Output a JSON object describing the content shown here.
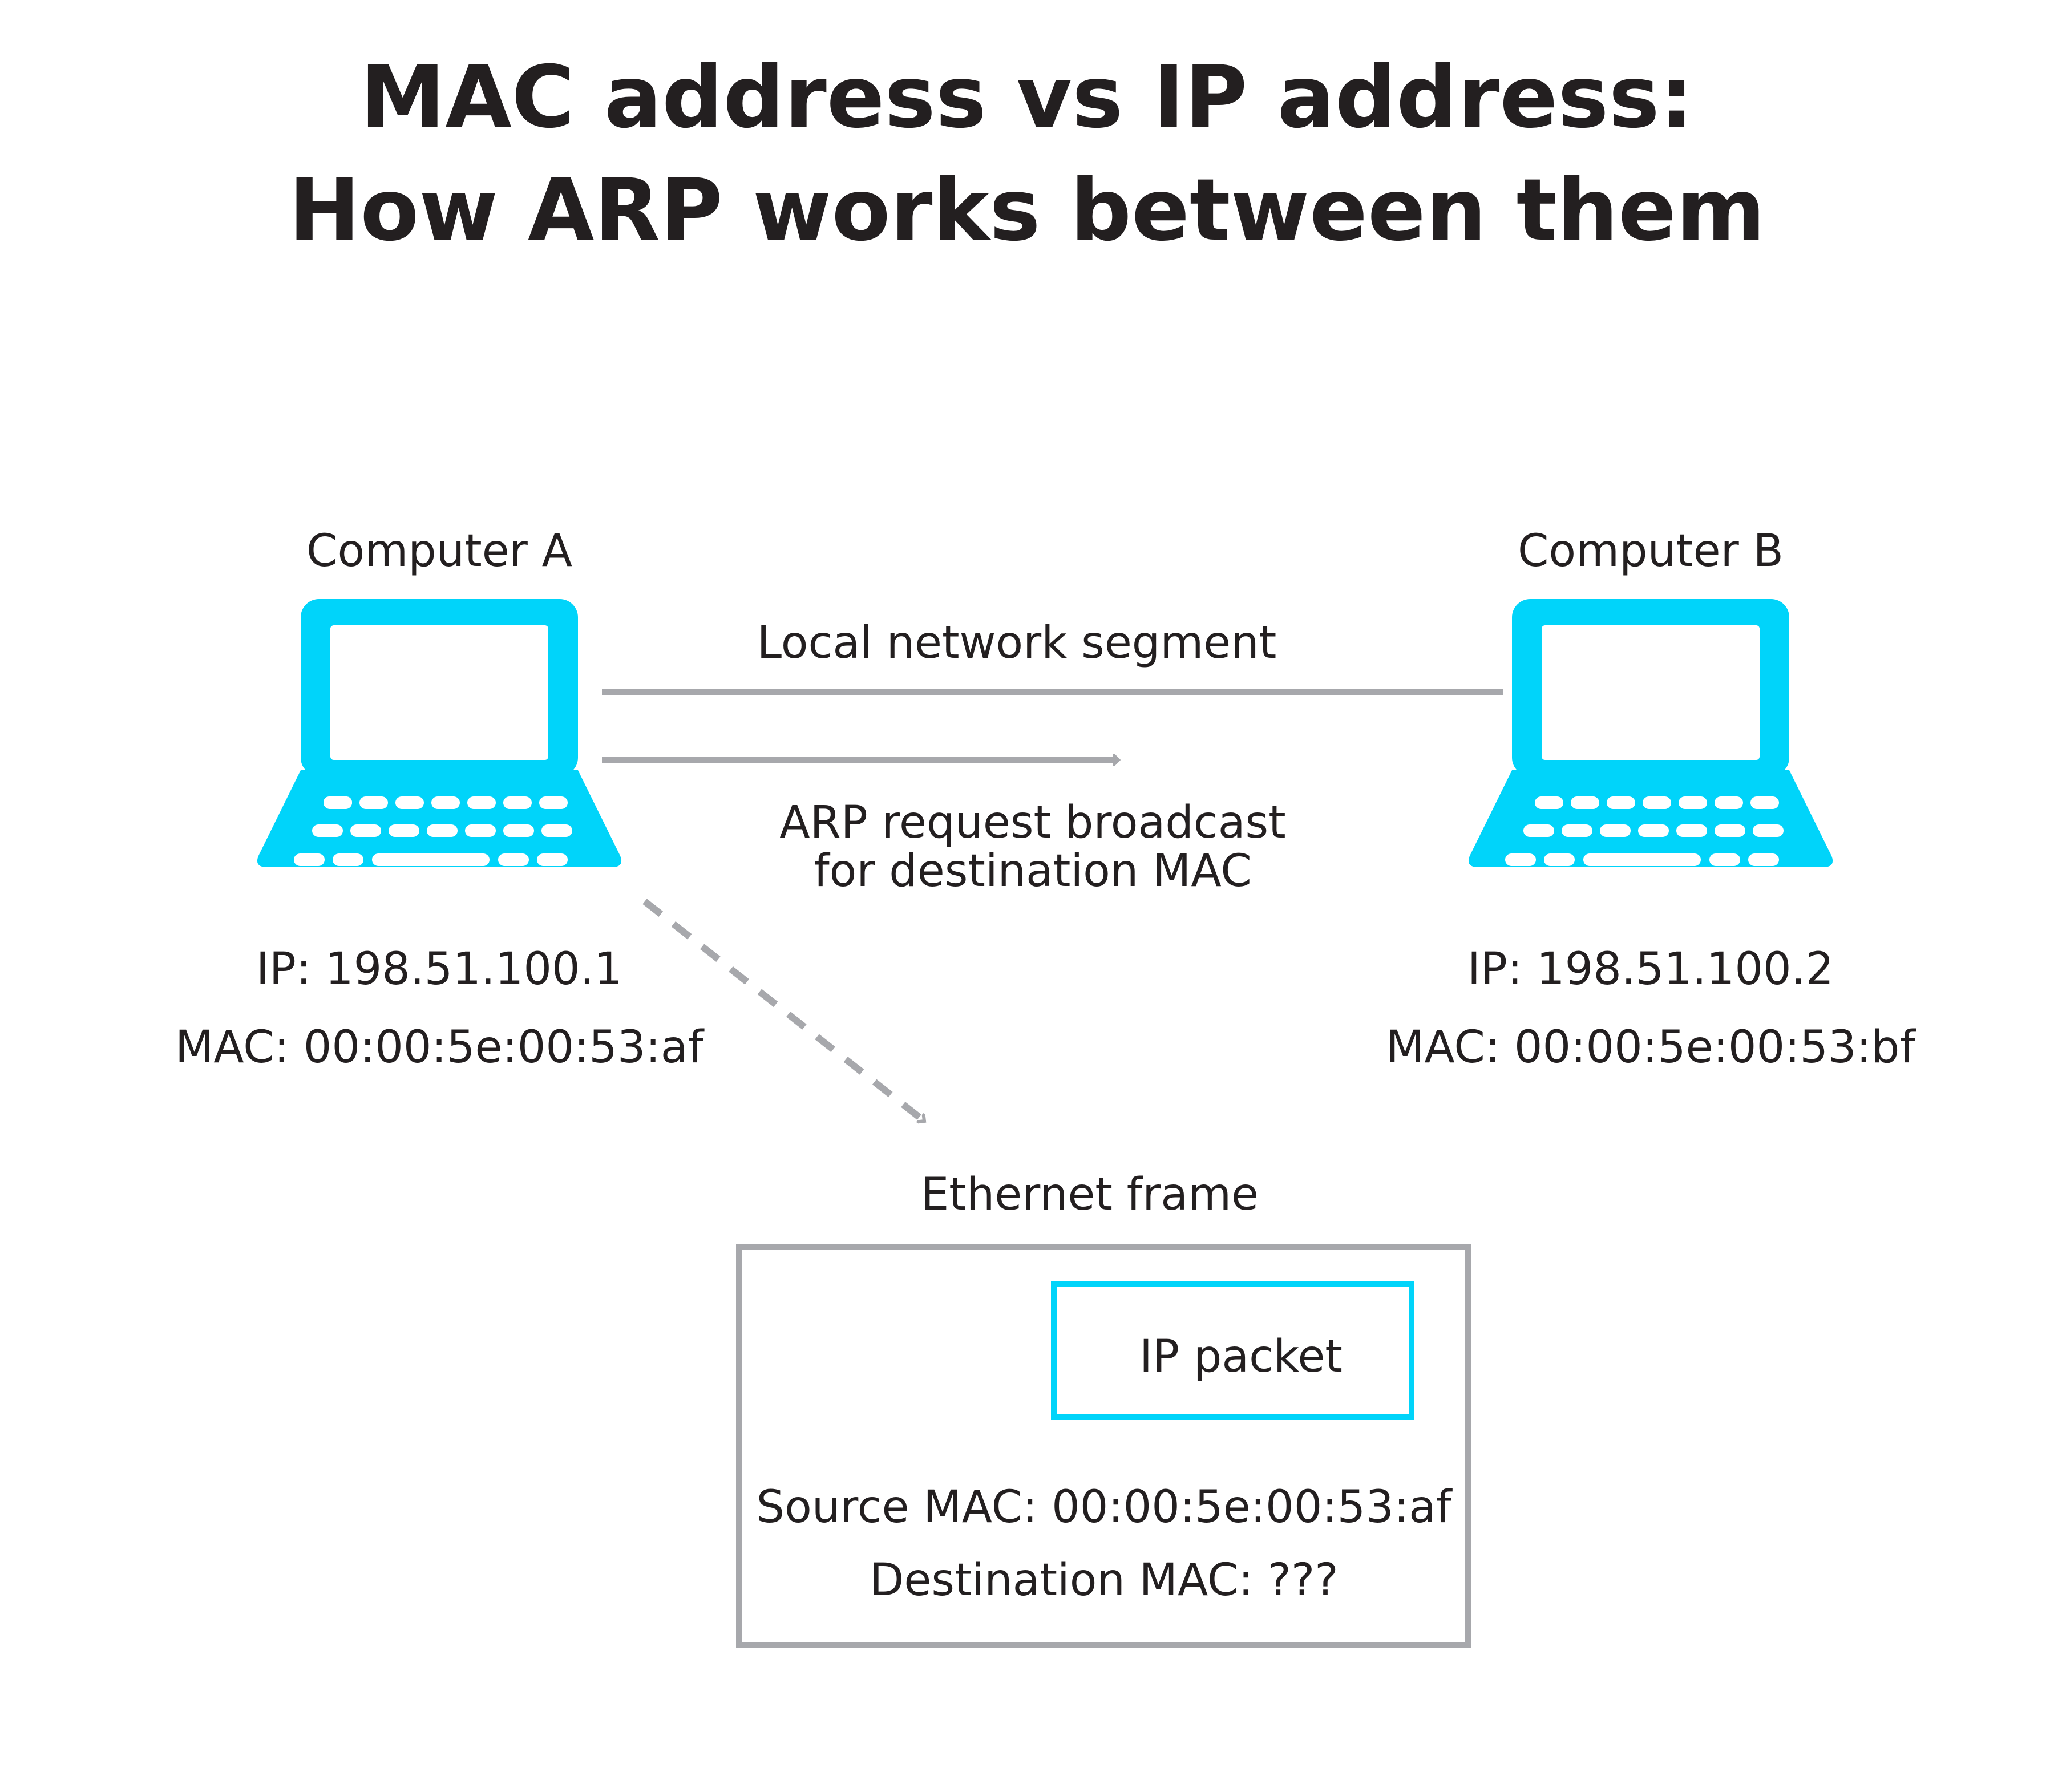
{
  "title": {
    "line1": "MAC address vs IP address:",
    "line2": "How ARP works between them"
  },
  "computer_a": {
    "name": "Computer A",
    "ip": "IP: 198.51.100.1",
    "mac": "MAC: 00:00:5e:00:53:af"
  },
  "computer_b": {
    "name": "Computer B",
    "ip": "IP: 198.51.100.2",
    "mac": "MAC: 00:00:5e:00:53:bf"
  },
  "segment_label": "Local network segment",
  "arp_label": {
    "line1": "ARP request broadcast",
    "line2": "for destination MAC"
  },
  "frame": {
    "label": "Ethernet frame",
    "packet": "IP packet",
    "source_mac": "Source MAC: 00:00:5e:00:53:af",
    "dest_mac": "Destination MAC: ???"
  },
  "colors": {
    "laptop": "#00d4fa",
    "line": "#a7a8ac",
    "text": "#231f20"
  },
  "icons": {
    "computer_a": "laptop-icon",
    "computer_b": "laptop-icon"
  }
}
